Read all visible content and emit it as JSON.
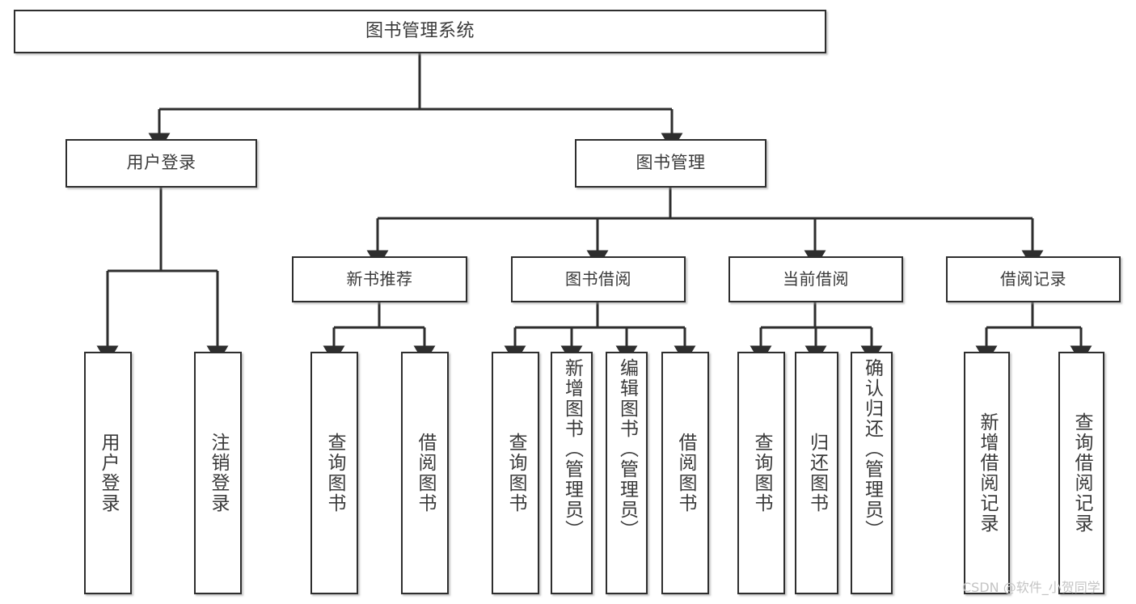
{
  "diagram": {
    "type": "tree",
    "title_node": "图书管理系统",
    "watermark": "CSDN @软件_小贺同学",
    "colors": {
      "stroke": "#2e2e2e",
      "fill": "#ffffff",
      "text": "#3a3a3a",
      "watermark": "#c4c4c4"
    },
    "level1": [
      {
        "id": "user_login",
        "label": "用户登录"
      },
      {
        "id": "book_manage",
        "label": "图书管理"
      }
    ],
    "level2": [
      {
        "id": "new_book_rec",
        "label": "新书推荐",
        "parent": "book_manage"
      },
      {
        "id": "book_borrow",
        "label": "图书借阅",
        "parent": "book_manage"
      },
      {
        "id": "current_borrow",
        "label": "当前借阅",
        "parent": "book_manage"
      },
      {
        "id": "borrow_record",
        "label": "借阅记录",
        "parent": "book_manage"
      }
    ],
    "leaves": [
      {
        "id": "leaf_user_login",
        "label": "用户登录",
        "parent": "user_login"
      },
      {
        "id": "leaf_logout",
        "label": "注销登录",
        "parent": "user_login"
      },
      {
        "id": "leaf_query_book_1",
        "label": "查询图书",
        "parent": "new_book_rec"
      },
      {
        "id": "leaf_borrow_book_1",
        "label": "借阅图书",
        "parent": "new_book_rec"
      },
      {
        "id": "leaf_query_book_2",
        "label": "查询图书",
        "parent": "book_borrow"
      },
      {
        "id": "leaf_add_book",
        "label": "新增图书（管理员）",
        "parent": "book_borrow"
      },
      {
        "id": "leaf_edit_book",
        "label": "编辑图书（管理员）",
        "parent": "book_borrow"
      },
      {
        "id": "leaf_borrow_book_2",
        "label": "借阅图书",
        "parent": "book_borrow"
      },
      {
        "id": "leaf_query_book_3",
        "label": "查询图书",
        "parent": "current_borrow"
      },
      {
        "id": "leaf_return_book",
        "label": "归还图书",
        "parent": "current_borrow"
      },
      {
        "id": "leaf_confirm_return",
        "label": "确认归还（管理员）",
        "parent": "current_borrow"
      },
      {
        "id": "leaf_add_record",
        "label": "新增借阅记录",
        "parent": "borrow_record"
      },
      {
        "id": "leaf_query_record",
        "label": "查询借阅记录",
        "parent": "borrow_record"
      }
    ]
  }
}
